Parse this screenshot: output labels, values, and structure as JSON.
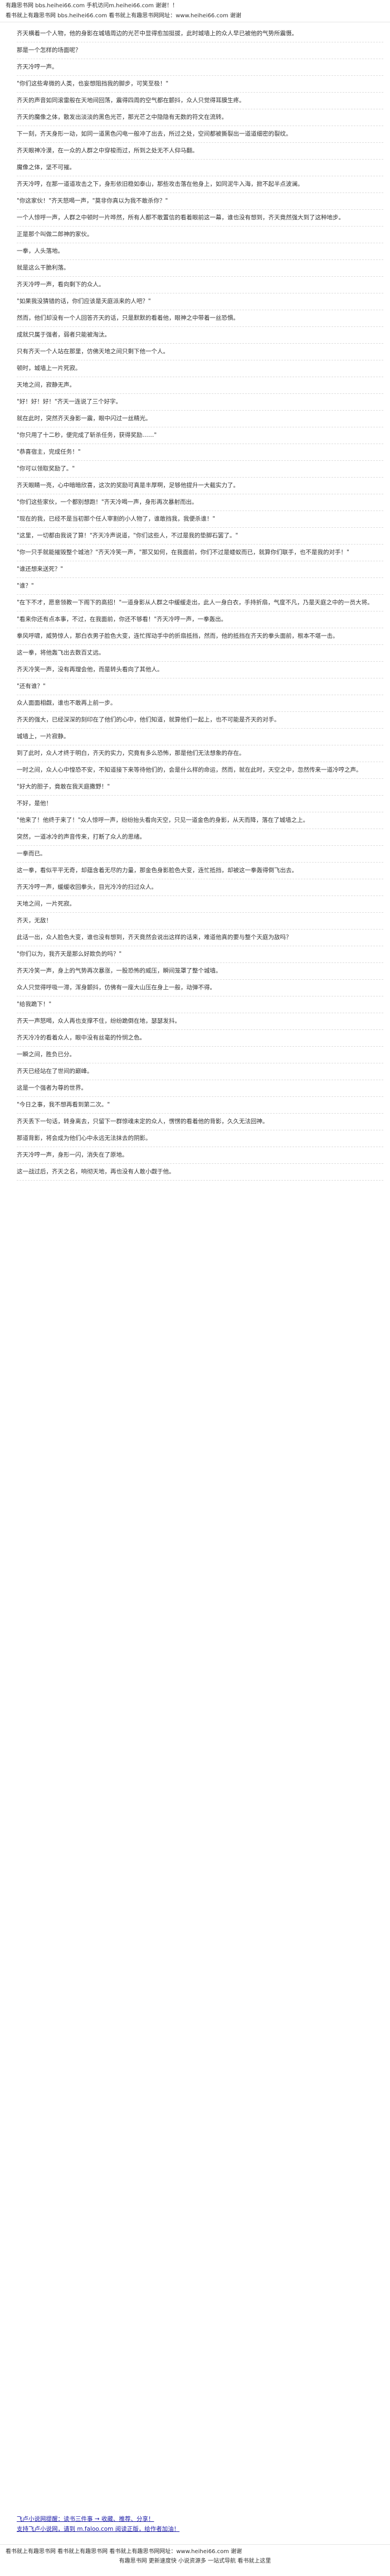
{
  "header": {
    "line1": "有趣思书网 bbs.heihei66.com 手机访问m.heihei66.com 谢谢！！",
    "line2": "看书就上有趣思书网 bbs.heihei66.com 看书就上有趣思书网网址：www.heihei66.com 谢谢"
  },
  "paragraphs": [
    "齐天横着一个人物，他的身影在城墙周边的光芒中显得愈加挺拔，此时城墙上的众人早已被他的气势所震慑。",
    "那是一个怎样的场面呢？",
    "齐天冷哼一声。",
    "\"你们这些卑微的人类，也妄想阻挡我的脚步，可笑至极！\"",
    "齐天的声音如同滚雷般在天地间回荡，震得四周的空气都在颤抖，众人只觉得耳膜生疼。",
    "齐天的魔像之体，散发出淡淡的黑色光芒，那光芒之中隐隐有无数的符文在流转。",
    "下一刻，齐天身形一动，如同一道黑色闪电一般冲了出去，所过之处，空间都被撕裂出一道道细密的裂纹。",
    "齐天眼神冷漠，在一众的人群之中穿梭而过，所到之处无不人仰马翻。",
    "魔像之体，坚不可摧。",
    "齐天冷哼，在那一道道攻击之下，身形依旧稳如泰山，那些攻击落在他身上，如同泥牛入海，掀不起半点波澜。",
    "\"你这家伙！\"齐天怒喝一声，\"莫非你真以为我不敢杀你？\"",
    "一个人惊呼一声，人群之中顿时一片哗然，所有人都不敢置信的看着眼前这一幕，谁也没有想到，齐天竟然强大到了这种地步。",
    "正是那个叫做二郎神的家伙。",
    "一拳，人头落地。",
    "就是这么干脆利落。",
    "齐天冷哼一声，看向剩下的众人。",
    "\"如果我没猜错的话，你们应该是天庭派来的人吧？\"",
    "然而，他们却没有一个人回答齐天的话，只是默默的看着他，眼神之中带着一丝恐惧。",
    "成就只属于强者，弱者只能被淘汰。",
    "只有齐天一个人站在那里，仿佛天地之间只剩下他一个人。",
    "顿时，城墙上一片死寂。",
    "天地之间，寂静无声。",
    "\"好！好！好！\"齐天一连说了三个好字。",
    "就在此时，突然齐天身影一震，眼中闪过一丝精光。",
    "\"你只用了十二秒，便完成了斩杀任务，获得奖励……\"",
    "\"恭喜宿主，完成任务！\"",
    "\"你可以领取奖励了。\"",
    "齐天眼睛一亮，心中暗暗欣喜，这次的奖励可真是丰厚啊，足够他提升一大截实力了。",
    "\"你们这些家伙，一个都别想跑！\"齐天冷喝一声，身形再次暴射而出。",
    "\"现在的我，已经不是当初那个任人宰割的小人物了，谁敢挡我，我便杀谁！\"",
    "\"这里，一切都由我说了算！\"齐天冷声说道，\"你们这些人，不过是我的垫脚石罢了。\"",
    "\"你一只手就能摧毁整个城池？\"齐天冷笑一声，\"那又如何，在我面前，你们不过是蝼蚁而已，就算你们联手，也不是我的对手！\"",
    "\"谁还想来送死？\"",
    "\"谁？\"",
    "\"在下不才，愿意领教一下阁下的高招！\"一道身影从人群之中缓缓走出，此人一身白衣，手持折扇，气度不凡，乃是天庭之中的一员大将。",
    "\"看来你还有点本事，不过，在我面前，你还不够看！\"齐天冷哼一声，一拳轰出。",
    "拳风呼啸，威势惊人，那白衣男子脸色大变，连忙挥动手中的折扇抵挡，然而，他的抵挡在齐天的拳头面前，根本不堪一击。",
    "这一拳，将他轰飞出去数百丈远。",
    "齐天冷笑一声，没有再理会他，而是转头看向了其他人。",
    "\"还有谁？\"",
    "众人面面相觑，谁也不敢再上前一步。",
    "齐天的强大，已经深深的刻印在了他们的心中，他们知道，就算他们一起上，也不可能是齐天的对手。",
    "城墙上，一片寂静。",
    "到了此时，众人才终于明白，齐天的实力，究竟有多么恐怖，那是他们无法想象的存在。",
    "一时之间，众人心中惶恐不安，不知道接下来等待他们的，会是什么样的命运，然而，就在此时，天空之中，忽然传来一道冷哼之声。",
    "\"好大的胆子，竟敢在我天庭撒野！\"",
    "不好，是他！",
    "\"他来了！他终于来了！\"众人惊呼一声，纷纷抬头看向天空，只见一道金色的身影，从天而降，落在了城墙之上。",
    "突然，一道冰冷的声音传来，打断了众人的思绪。",
    "一拳而已。",
    "这一拳，看似平平无奇，却蕴含着无尽的力量，那金色身影脸色大变，连忙抵挡，却被这一拳轰得倒飞出去。",
    "齐天冷哼一声，缓缓收回拳头，目光冷冷的扫过众人。",
    "天地之间，一片死寂。",
    "齐天，无敌！",
    "此话一出，众人脸色大变，谁也没有想到，齐天竟然会说出这样的话来，难道他真的要与整个天庭为敌吗？",
    "\"你们以为，我齐天是那么好欺负的吗？\"",
    "齐天冷笑一声，身上的气势再次暴涨，一股恐怖的威压，瞬间笼罩了整个城墙。",
    "众人只觉得呼吸一滞，浑身颤抖，仿佛有一座大山压在身上一般，动弹不得。",
    "\"给我跪下！\"",
    "齐天一声怒喝，众人再也支撑不住，纷纷跪倒在地，瑟瑟发抖。",
    "齐天冷冷的看着众人，眼中没有丝毫的怜悯之色。",
    "一瞬之间，胜负已分。",
    "齐天已经站在了世间的巅峰。",
    "这是一个强者为尊的世界。",
    "\"今日之事，我不想再看到第二次。\"",
    "齐天丢下一句话，转身离去，只留下一群惊魂未定的众人，愣愣的看着他的背影，久久无法回神。",
    "那道背影，将会成为他们心中永远无法抹去的阴影。",
    "齐天冷哼一声，身形一闪，消失在了原地。",
    "这一战过后，齐天之名，响彻天地，再也没有人敢小觑于他。"
  ],
  "links": {
    "prev_next": "飞卢小说网提醒：读书三件事 → 收藏、推荐、分享！",
    "support": "支持飞卢小说网，请到 m.faloo.com 阅读正版，给作者加油！"
  },
  "footer": {
    "line1": "看书就上有趣思书网 看书就上有趣思书网 看书就上有趣思书网网址：www.heihei66.com 谢谢",
    "line2": "有趣思书网 更新速度快 小说资源多 一站式导航 看书就上这里"
  }
}
